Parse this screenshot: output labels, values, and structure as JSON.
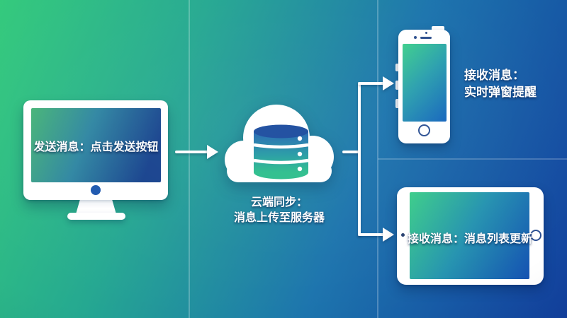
{
  "monitor": {
    "label": "发送消息：点击发送按钮"
  },
  "cloud": {
    "label_line1": "云端同步：",
    "label_line2": "消息上传至服务器"
  },
  "phone": {
    "label_line1": "接收消息：",
    "label_line2": "实时弹窗提醒"
  },
  "tablet": {
    "label": "接收消息：消息列表更新"
  },
  "icons": {
    "sender": "desktop-computer-icon",
    "sync": "cloud-database-icon",
    "receiver_popup": "smartphone-icon",
    "receiver_list": "tablet-icon",
    "flow": "arrow-right-icon"
  },
  "colors": {
    "background_green": "#31c87a",
    "background_teal": "#21a392",
    "background_blue": "#1a64b4",
    "background_deep_blue": "#13439f",
    "device_body": "#ffffff",
    "database_top": "#194a9d",
    "database_bottom": "#2cbe8c",
    "connector": "#ffffff",
    "label_text": "#ffffff"
  }
}
